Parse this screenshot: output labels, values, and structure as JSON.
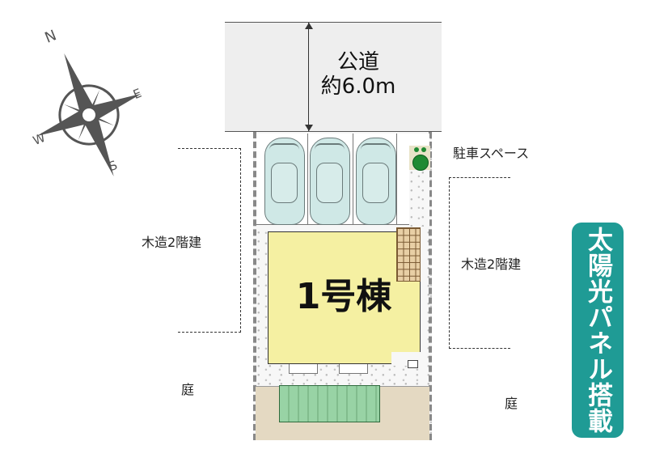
{
  "road": {
    "label_line1": "公道",
    "label_line2": "約6.0m"
  },
  "compass": {
    "north": "N",
    "east": "E",
    "south": "S",
    "west": "W"
  },
  "labels": {
    "parking_space": "駐車スペース",
    "neighbor_left": "木造2階建",
    "neighbor_right": "木造2階建",
    "garden_left": "庭",
    "garden_right": "庭"
  },
  "house": {
    "name": "1号棟"
  },
  "badge": {
    "text": "太陽光パネル搭載"
  },
  "colors": {
    "road": "#eeeeee",
    "house": "#f5f0a2",
    "car": "#cfe8e6",
    "deck": "#e8cfa5",
    "lawn": "#98d3a5",
    "garden": "#e4d9c2",
    "tree": "#1f8a32",
    "badge": "#1f9b95",
    "compass": "#555555"
  },
  "parking": {
    "car_count": 3
  }
}
